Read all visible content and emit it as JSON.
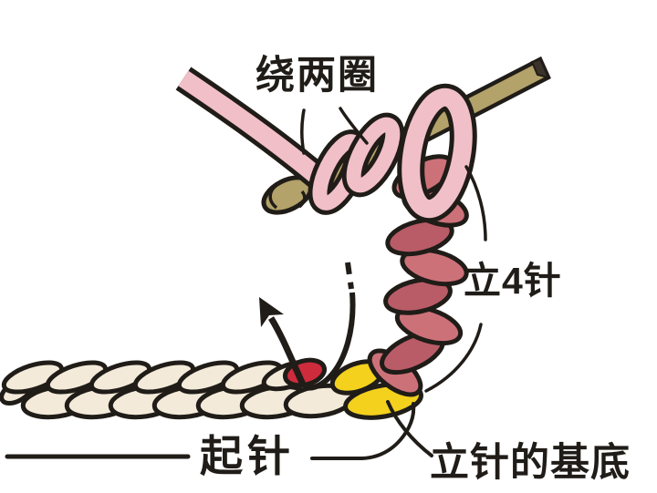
{
  "figure": {
    "title_hint": "crochet-treble-stitch-step-diagram",
    "labels": {
      "wrap_twice": "绕两圈",
      "chain_four": "立4针",
      "cast_on": "起针",
      "chain_base": "立针的基底"
    }
  },
  "palette": {
    "background": "#ffffff",
    "ink": "#201c18",
    "hook": "#b3a269",
    "hook-cap": "#3b332a",
    "yarn-pink": "#f1bfc8",
    "chain-rose": "#cd7179",
    "chain-rose-dark": "#b95c67",
    "foundation-cream": "#f3ead9",
    "stitch-yellow": "#f3d11d",
    "stitch-red": "#ce2b3c"
  }
}
